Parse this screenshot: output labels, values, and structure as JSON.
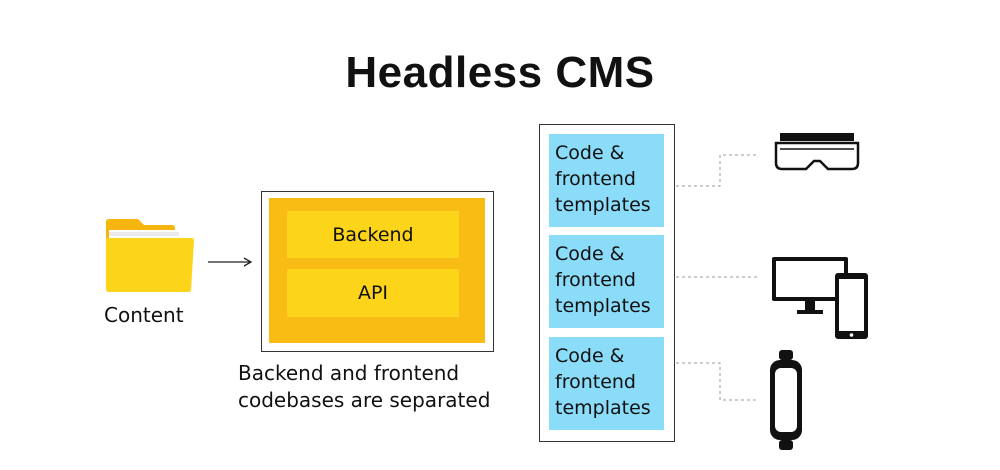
{
  "title": "Headless CMS",
  "content_source": {
    "label": "Content",
    "icon": "folder-icon"
  },
  "backend": {
    "layers": [
      "Backend",
      "API"
    ],
    "caption_lines": [
      "Backend and frontend",
      "codebases are separated"
    ]
  },
  "frontend": {
    "templates": [
      {
        "lines": [
          "Code &",
          "frontend",
          "templates"
        ]
      },
      {
        "lines": [
          "Code &",
          "frontend",
          "templates"
        ]
      },
      {
        "lines": [
          "Code &",
          "frontend",
          "templates"
        ]
      }
    ]
  },
  "devices": [
    {
      "icon": "vr-headset-icon"
    },
    {
      "icon": "desktop-and-phone-icon"
    },
    {
      "icon": "wearable-device-icon"
    }
  ],
  "colors": {
    "backend_outer": "#f9bc15",
    "backend_inner": "#fcd51b",
    "template_fill": "#8adcf9",
    "folder": "#fcd51b"
  }
}
